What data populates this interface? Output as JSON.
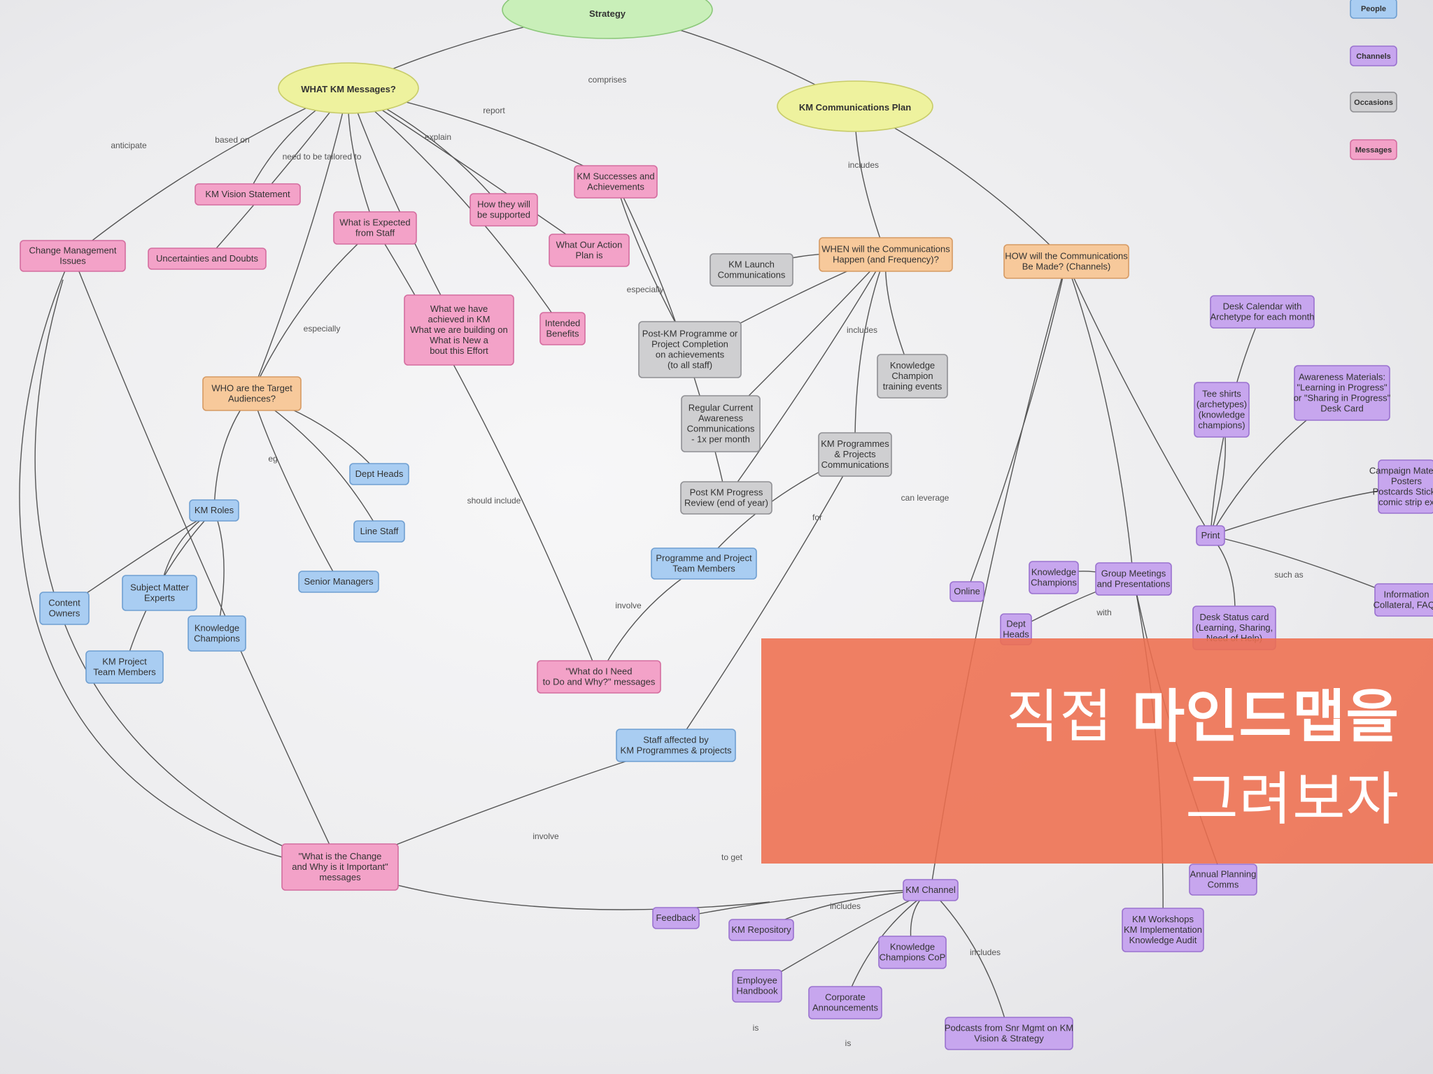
{
  "banner": {
    "line1_light": "직접 ",
    "line1_bold": "마인드맵을",
    "line2": "그려보자"
  },
  "legend": [
    "People",
    "Channels",
    "Occasions",
    "Messages"
  ],
  "colors": {
    "green": "#c9efb9",
    "yellow": "#eef29e",
    "pink": "#f3a2c8",
    "orange": "#f7c99b",
    "blue": "#a9cdf2",
    "gray": "#cfcfd1",
    "purple": "#c7a6ee",
    "banner": "#ee6e4e"
  },
  "nodes": [
    {
      "id": "strategy",
      "text": [
        "Strategy"
      ],
      "kind": "green"
    },
    {
      "id": "what_msgs",
      "text": [
        "WHAT KM Messages?"
      ],
      "kind": "yellow"
    },
    {
      "id": "comm_plan",
      "text": [
        "KM Communications Plan"
      ],
      "kind": "yellow"
    },
    {
      "id": "vision",
      "text": [
        "KM Vision Statement"
      ],
      "kind": "pink"
    },
    {
      "id": "change_issues",
      "text": [
        "Change Management",
        "Issues"
      ],
      "kind": "pink"
    },
    {
      "id": "uncertain",
      "text": [
        "Uncertainties and Doubts"
      ],
      "kind": "pink"
    },
    {
      "id": "expected",
      "text": [
        "What is Expected",
        "from Staff"
      ],
      "kind": "pink"
    },
    {
      "id": "supported",
      "text": [
        "How they will",
        "be supported"
      ],
      "kind": "pink"
    },
    {
      "id": "successes",
      "text": [
        "KM Successes and",
        "Achievements"
      ],
      "kind": "pink"
    },
    {
      "id": "action_plan",
      "text": [
        "What Our Action",
        "Plan is"
      ],
      "kind": "pink"
    },
    {
      "id": "achieved",
      "text": [
        "What we have",
        "achieved in KM",
        "What we are building on",
        "What is New a",
        "bout this Effort"
      ],
      "kind": "pink"
    },
    {
      "id": "benefits",
      "text": [
        "Intended",
        "Benefits"
      ],
      "kind": "pink"
    },
    {
      "id": "who",
      "text": [
        "WHO are the Target",
        "Audiences?"
      ],
      "kind": "orange"
    },
    {
      "id": "when",
      "text": [
        "WHEN will the Communications",
        "Happen (and Frequency)?"
      ],
      "kind": "orange"
    },
    {
      "id": "how",
      "text": [
        "HOW will the Communications",
        "Be Made? (Channels)"
      ],
      "kind": "orange"
    },
    {
      "id": "launch",
      "text": [
        "KM Launch",
        "Communications"
      ],
      "kind": "gray"
    },
    {
      "id": "post_prog",
      "text": [
        "Post-KM Programme or",
        "Project Completion",
        "on achievements",
        "(to all staff)"
      ],
      "kind": "gray"
    },
    {
      "id": "champ_train",
      "text": [
        "Knowledge",
        "Champion",
        "training events"
      ],
      "kind": "gray"
    },
    {
      "id": "regular",
      "text": [
        "Regular Current",
        "Awareness",
        "Communications",
        "- 1x per month"
      ],
      "kind": "gray"
    },
    {
      "id": "km_prog",
      "text": [
        "KM Programmes",
        "& Projects",
        "Communications"
      ],
      "kind": "gray"
    },
    {
      "id": "post_review",
      "text": [
        "Post KM Progress",
        "Review (end of year)"
      ],
      "kind": "gray"
    },
    {
      "id": "dept_heads",
      "text": [
        "Dept Heads"
      ],
      "kind": "blue"
    },
    {
      "id": "km_roles",
      "text": [
        "KM Roles"
      ],
      "kind": "blue"
    },
    {
      "id": "line_staff",
      "text": [
        "Line Staff"
      ],
      "kind": "blue"
    },
    {
      "id": "senior",
      "text": [
        "Senior Managers"
      ],
      "kind": "blue"
    },
    {
      "id": "content_owners",
      "text": [
        "Content",
        "Owners"
      ],
      "kind": "blue"
    },
    {
      "id": "sme",
      "text": [
        "Subject Matter",
        "Experts"
      ],
      "kind": "blue"
    },
    {
      "id": "kc_blue",
      "text": [
        "Knowledge",
        "Champions"
      ],
      "kind": "blue"
    },
    {
      "id": "proj_team",
      "text": [
        "KM Project",
        "Team Members"
      ],
      "kind": "blue"
    },
    {
      "id": "prog_team",
      "text": [
        "Programme and Project",
        "Team Members"
      ],
      "kind": "blue"
    },
    {
      "id": "staff_affected",
      "text": [
        "Staff affected by",
        "KM Programmes & projects"
      ],
      "kind": "blue"
    },
    {
      "id": "need_to_do",
      "text": [
        "\"What do I Need",
        "to Do and Why?\" messages"
      ],
      "kind": "pink"
    },
    {
      "id": "what_change",
      "text": [
        "\"What is the Change",
        "and Why is it Important\"",
        "messages"
      ],
      "kind": "pink"
    },
    {
      "id": "desk_cal",
      "text": [
        "Desk Calendar with",
        "Archetype for each month"
      ],
      "kind": "purple"
    },
    {
      "id": "tshirts",
      "text": [
        "Tee shirts",
        "(archetypes)",
        "(knowledge",
        "champions)"
      ],
      "kind": "purple"
    },
    {
      "id": "awareness_mat",
      "text": [
        "Awareness Materials:",
        "\"Learning in Progress\"",
        "or \"Sharing in Progress\"",
        "Desk Card"
      ],
      "kind": "purple"
    },
    {
      "id": "campaign",
      "text": [
        "Campaign Materia",
        "Posters",
        "Postcards Sticke",
        "comic strip ex"
      ],
      "kind": "purple"
    },
    {
      "id": "print",
      "text": [
        "Print"
      ],
      "kind": "purple"
    },
    {
      "id": "online",
      "text": [
        "Online"
      ],
      "kind": "purple"
    },
    {
      "id": "kc_purple",
      "text": [
        "Knowledge",
        "Champions"
      ],
      "kind": "purple"
    },
    {
      "id": "group_meet",
      "text": [
        "Group Meetings",
        "and Presentations"
      ],
      "kind": "purple"
    },
    {
      "id": "info_coll",
      "text": [
        "Information",
        "Collateral, FAQs"
      ],
      "kind": "purple"
    },
    {
      "id": "desk_status",
      "text": [
        "Desk Status card",
        "(Learning, Sharing,",
        "Need of Help)"
      ],
      "kind": "purple"
    },
    {
      "id": "dept_heads_p",
      "text": [
        "Dept",
        "Heads"
      ],
      "kind": "purple"
    },
    {
      "id": "annual",
      "text": [
        "Annual Planning",
        "Comms"
      ],
      "kind": "purple"
    },
    {
      "id": "workshops",
      "text": [
        "KM Workshops",
        "KM Implementation",
        "Knowledge Audit"
      ],
      "kind": "purple"
    },
    {
      "id": "km_channel",
      "text": [
        "KM Channel"
      ],
      "kind": "purple"
    },
    {
      "id": "feedback",
      "text": [
        "Feedback"
      ],
      "kind": "purple"
    },
    {
      "id": "repository",
      "text": [
        "KM Repository"
      ],
      "kind": "purple"
    },
    {
      "id": "kc_cop",
      "text": [
        "Knowledge",
        "Champions CoP"
      ],
      "kind": "purple"
    },
    {
      "id": "handbook",
      "text": [
        "Employee",
        "Handbook"
      ],
      "kind": "purple"
    },
    {
      "id": "corp_ann",
      "text": [
        "Corporate",
        "Announcements"
      ],
      "kind": "purple"
    },
    {
      "id": "podcasts",
      "text": [
        "Podcasts from Snr Mgmt on KM",
        "Vision & Strategy"
      ],
      "kind": "purple"
    }
  ],
  "edge_labels": [
    "comprises",
    "anticipate",
    "based on",
    "need to be tailored to",
    "explain",
    "report",
    "includes",
    "especially",
    "eg",
    "should include",
    "can leverage",
    "includes",
    "for",
    "involve",
    "involve",
    "such as",
    "with",
    "to get",
    "includes",
    "includes",
    "is",
    "is",
    "especially"
  ]
}
